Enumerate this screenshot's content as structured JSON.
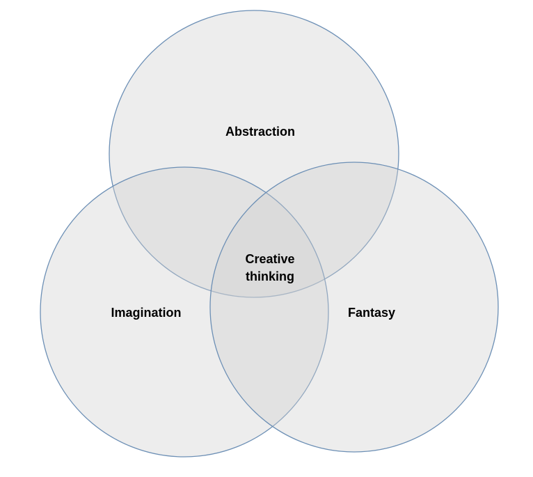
{
  "diagram": {
    "circles": [
      {
        "id": "abstraction",
        "label": "Abstraction"
      },
      {
        "id": "imagination",
        "label": "Imagination"
      },
      {
        "id": "fantasy",
        "label": "Fantasy"
      }
    ],
    "center": {
      "line1": "Creative",
      "line2": "thinking"
    }
  },
  "colors": {
    "circle_fill": "#cfcfcf",
    "circle_stroke": "#6c8fb5",
    "text": "#000000"
  }
}
